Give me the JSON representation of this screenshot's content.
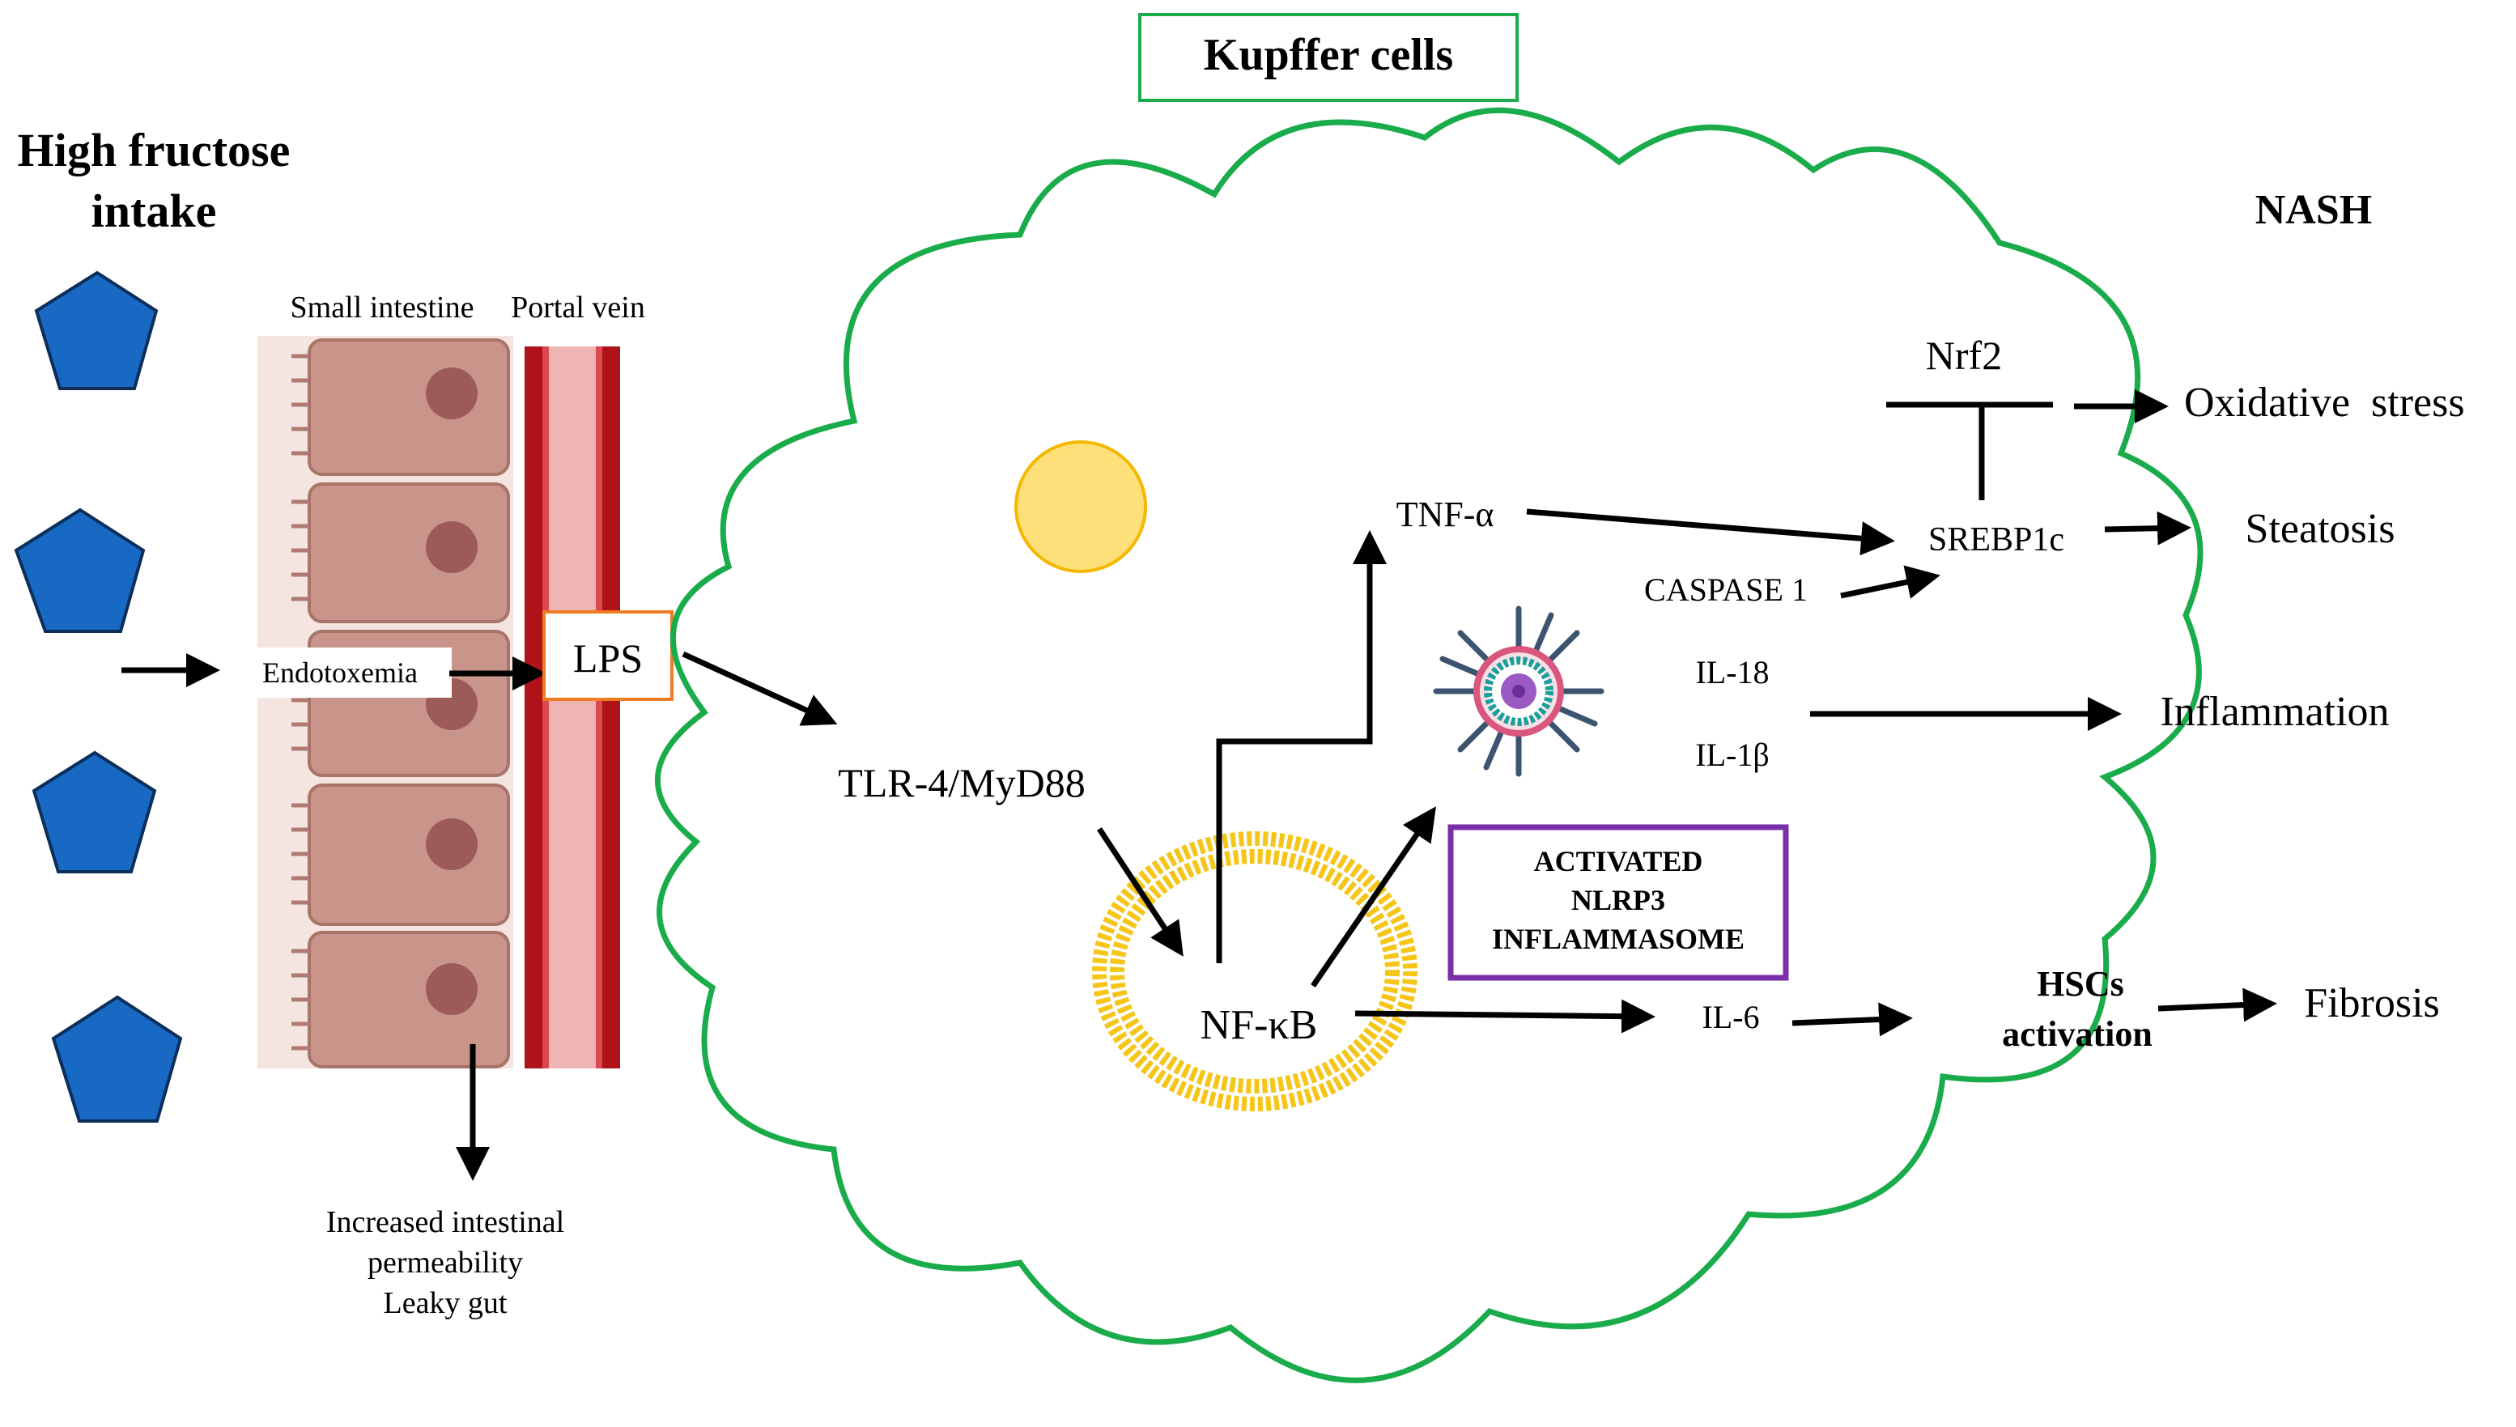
{
  "title_box": {
    "label": "Kupffer cells",
    "border_color": "#1aab4b"
  },
  "left": {
    "heading_line1": "High fructose",
    "heading_line2": "intake",
    "col_label_intestine": "Small intestine",
    "col_label_portal": "Portal vein",
    "endotoxemia": "Endotoxemia",
    "lps": "LPS",
    "lps_border_color": "#f07b22",
    "perm_line1": "Increased intestinal",
    "perm_line2": "permeability",
    "perm_line3": "Leaky gut",
    "pentagon_color": "#1769c3",
    "pentagon_icon": "fructose-pentagon-icon"
  },
  "cell": {
    "outline_color": "#1aab4b",
    "nucleus_color": "#fde07a",
    "membrane_color": "#f5c518",
    "tlr4": "TLR-4/MyD88",
    "nfkb": "NF-κB",
    "tnfa": "TNF-α",
    "caspase": "CASPASE 1",
    "il18": "IL-18",
    "il1b": "IL-1β",
    "il6": "IL-6",
    "srebp": "SREBP1c",
    "nrf2": "Nrf2",
    "inflammasome_line1": "ACTIVATED",
    "inflammasome_line2": "NLRP3",
    "inflammasome_line3": "INFLAMMASOME",
    "inflammasome_border": "#7a2ea8"
  },
  "outcomes": {
    "nash": "NASH",
    "oxidative": "Oxidative  stress",
    "steatosis": "Steatosis",
    "inflammation": "Inflammation",
    "hsc_line1": "HSCs",
    "hsc_line2": "activation",
    "fibrosis": "Fibrosis"
  }
}
